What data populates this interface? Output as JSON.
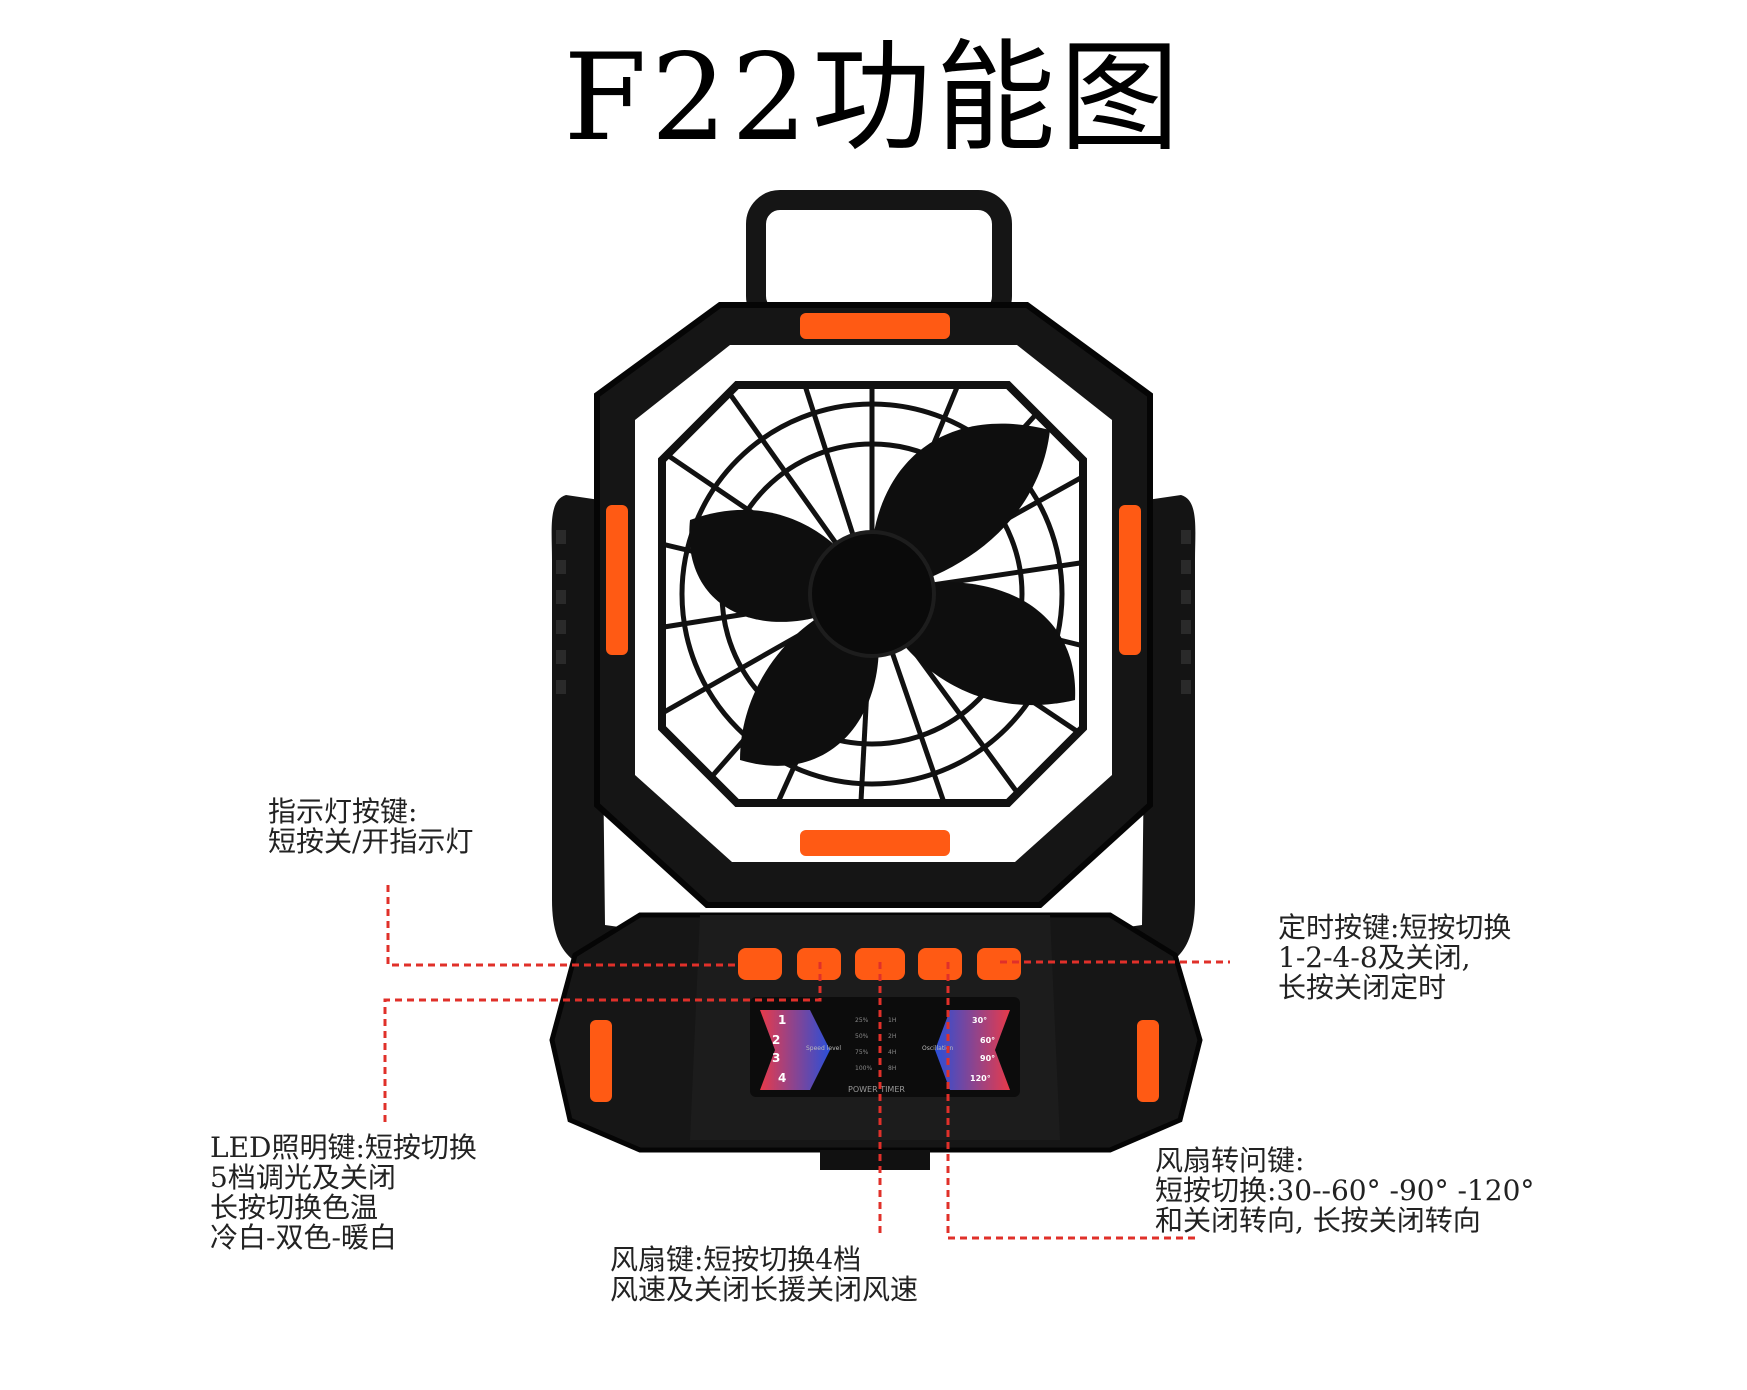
{
  "title": "F22功能图",
  "callouts": {
    "indicator": "指示灯按键:\n短按关/开指示灯",
    "led": "LED照明键:短按切换\n5档调光及关闭\n长按切换色温\n冷白-双色-暖白",
    "fan": "风扇键:短按切换4档\n风速及关闭长援关闭风速",
    "oscillation": "风扇转问键:\n短按切换:30--60° -90° -120°\n和关闭转向, 长按关闭转向",
    "timer": "定时按键:短按切换\n1-2-4-8及关闭,\n长按关闭定时"
  },
  "panel": {
    "speed_numbers": [
      "1",
      "2",
      "3",
      "4"
    ],
    "speed_label": "Speed level",
    "oscillation_label": "Oscillation",
    "angles": [
      "30°",
      "60°",
      "90°",
      "120°"
    ],
    "battery_levels": [
      "25%",
      "50%",
      "75%",
      "100%"
    ],
    "timer_hours": [
      "1H",
      "2H",
      "4H",
      "8H"
    ],
    "power_timer_label": "POWER TIMER"
  },
  "colors": {
    "accent_orange": "#ff5a14",
    "body_black": "#141414",
    "leader_red": "#e0302a",
    "speed_blue": "#2a4fd8",
    "speed_red": "#e83a4a"
  }
}
